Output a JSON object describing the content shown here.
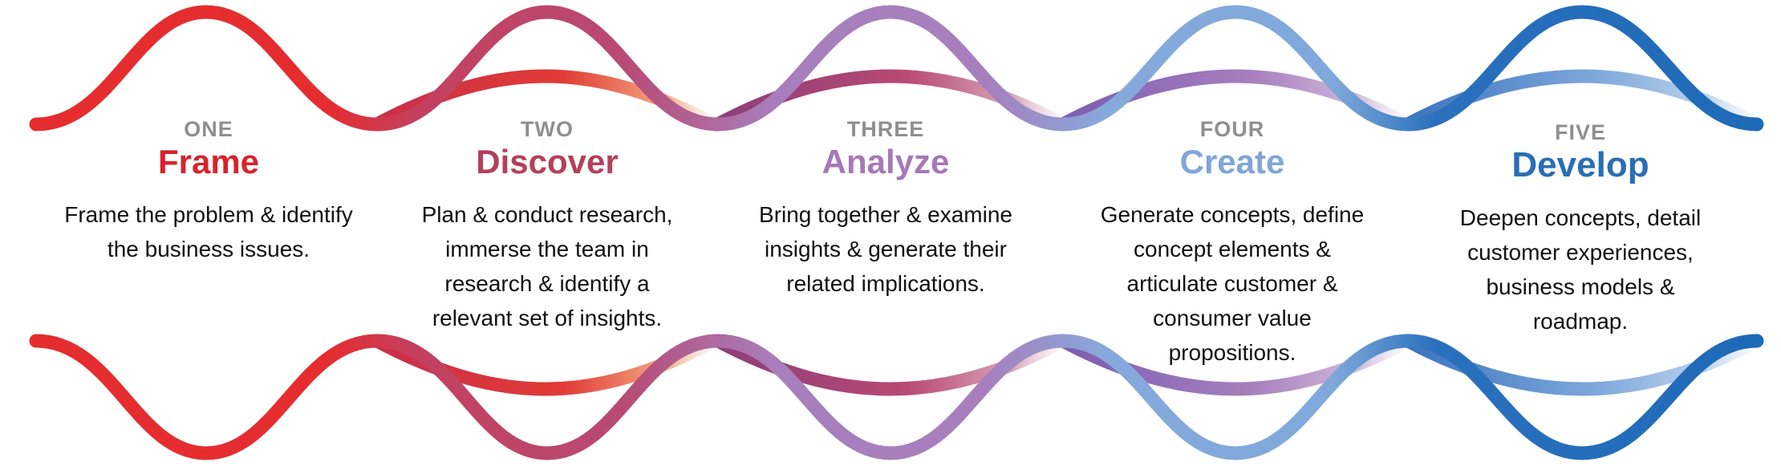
{
  "stages": [
    {
      "number": "ONE",
      "title": "Frame",
      "description": "Frame the problem & identify the business issues.",
      "color": "#d8232a"
    },
    {
      "number": "TWO",
      "title": "Discover",
      "description": "Plan & conduct research, immerse the team in research & identify a relevant set of insights.",
      "color": "#b3405c"
    },
    {
      "number": "THREE",
      "title": "Analyze",
      "description": "Bring together & examine insights & generate their related implications.",
      "color": "#a678b8"
    },
    {
      "number": "FOUR",
      "title": "Create",
      "description": "Generate concepts, define concept elements & articulate customer & consumer value propositions.",
      "color": "#7fa6d8"
    },
    {
      "number": "FIVE",
      "title": "Develop",
      "description": "Deepen concepts, detail customer experiences, business models & roadmap.",
      "color": "#2a6eb5"
    }
  ],
  "wave_colors": {
    "red": "#e52d2f",
    "magenta": "#b84a74",
    "purple": "#a77fbd",
    "light_blue": "#7fa9db",
    "blue": "#1e6ab8",
    "fade_orange": "#f2a57d"
  }
}
